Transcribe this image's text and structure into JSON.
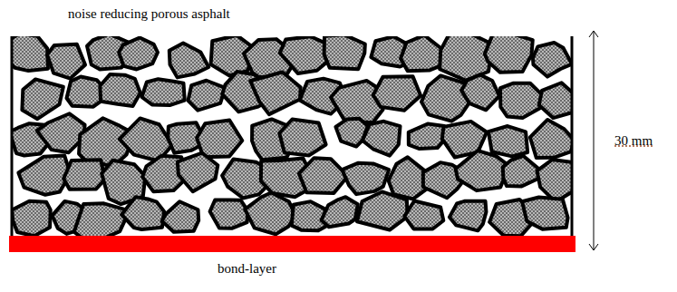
{
  "diagram": {
    "title": "noise reducing porous asphalt",
    "labels": [
      "30 mm",
      "bond-layer"
    ]
  }
}
